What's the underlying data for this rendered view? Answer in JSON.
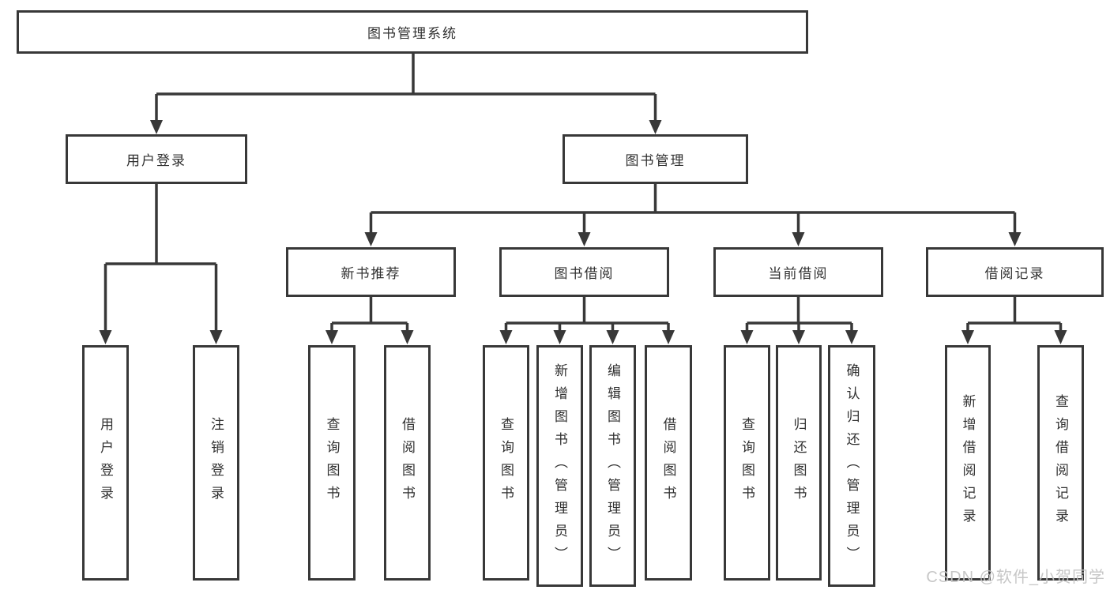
{
  "diagram_title": "图书管理系统",
  "nodes": {
    "root": "图书管理系统",
    "user_login": "用户登录",
    "book_management": "图书管理",
    "new_book_recommend": "新书推荐",
    "book_borrowing": "图书借阅",
    "current_borrowing": "当前借阅",
    "borrowing_records": "借阅记录"
  },
  "leaves": [
    {
      "label": "用户登录",
      "parent": "用户登录"
    },
    {
      "label": "注销登录",
      "parent": "用户登录"
    },
    {
      "label": "查询图书",
      "parent": "新书推荐"
    },
    {
      "label": "借阅图书",
      "parent": "新书推荐"
    },
    {
      "label": "查询图书",
      "parent": "图书借阅"
    },
    {
      "label": "新增图书（管理员）",
      "parent": "图书借阅"
    },
    {
      "label": "编辑图书（管理员）",
      "parent": "图书借阅"
    },
    {
      "label": "借阅图书",
      "parent": "图书借阅"
    },
    {
      "label": "查询图书",
      "parent": "当前借阅"
    },
    {
      "label": "归还图书",
      "parent": "当前借阅"
    },
    {
      "label": "确认归还（管理员）",
      "parent": "当前借阅"
    },
    {
      "label": "新增借阅记录",
      "parent": "借阅记录"
    },
    {
      "label": "查询借阅记录",
      "parent": "借阅记录"
    }
  ],
  "hierarchy": {
    "root": "图书管理系统",
    "children": [
      {
        "label": "用户登录",
        "children": [
          "用户登录",
          "注销登录"
        ]
      },
      {
        "label": "图书管理",
        "children": [
          {
            "label": "新书推荐",
            "children": [
              "查询图书",
              "借阅图书"
            ]
          },
          {
            "label": "图书借阅",
            "children": [
              "查询图书",
              "新增图书（管理员）",
              "编辑图书（管理员）",
              "借阅图书"
            ]
          },
          {
            "label": "当前借阅",
            "children": [
              "查询图书",
              "归还图书",
              "确认归还（管理员）"
            ]
          },
          {
            "label": "借阅记录",
            "children": [
              "新增借阅记录",
              "查询借阅记录"
            ]
          }
        ]
      }
    ]
  },
  "watermark": {
    "text": "CSDN @软件_小贺同学"
  },
  "colors": {
    "background": "#ffffff",
    "line": "#383838",
    "box_border": "#383838",
    "box_fill": "#ffffff",
    "text": "#303030",
    "watermark_text": "#c4c4c4"
  }
}
